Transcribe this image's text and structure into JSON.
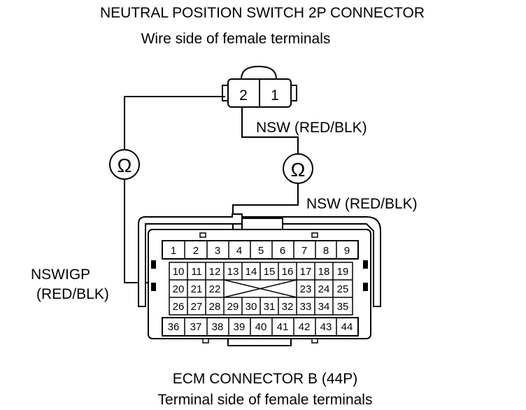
{
  "switch_connector": {
    "title": "NEUTRAL POSITION SWITCH 2P CONNECTOR",
    "subtitle": "Wire side of female terminals",
    "terminals": [
      "2",
      "1"
    ]
  },
  "ecm_connector": {
    "title": "ECM CONNECTOR B (44P)",
    "subtitle": "Terminal side of female terminals",
    "rows": [
      [
        "1",
        "2",
        "3",
        "4",
        "5",
        "6",
        "7",
        "8",
        "9"
      ],
      [
        "10",
        "11",
        "12",
        "13",
        "14",
        "15",
        "16",
        "17",
        "18",
        "19"
      ],
      [
        "20",
        "21",
        "22",
        "23",
        "24",
        "25"
      ],
      [
        "26",
        "27",
        "28",
        "29",
        "30",
        "31",
        "32",
        "33",
        "34",
        "35"
      ],
      [
        "36",
        "37",
        "38",
        "39",
        "40",
        "41",
        "42",
        "43",
        "44"
      ]
    ]
  },
  "labels": {
    "nsw_upper": "NSW (RED/BLK)",
    "nsw_lower": "NSW (RED/BLK)",
    "nswigp_line1": "NSWIGP",
    "nswigp_line2": "(RED/BLK)"
  },
  "meters": {
    "left_symbol": "Ω",
    "right_symbol": "Ω"
  }
}
